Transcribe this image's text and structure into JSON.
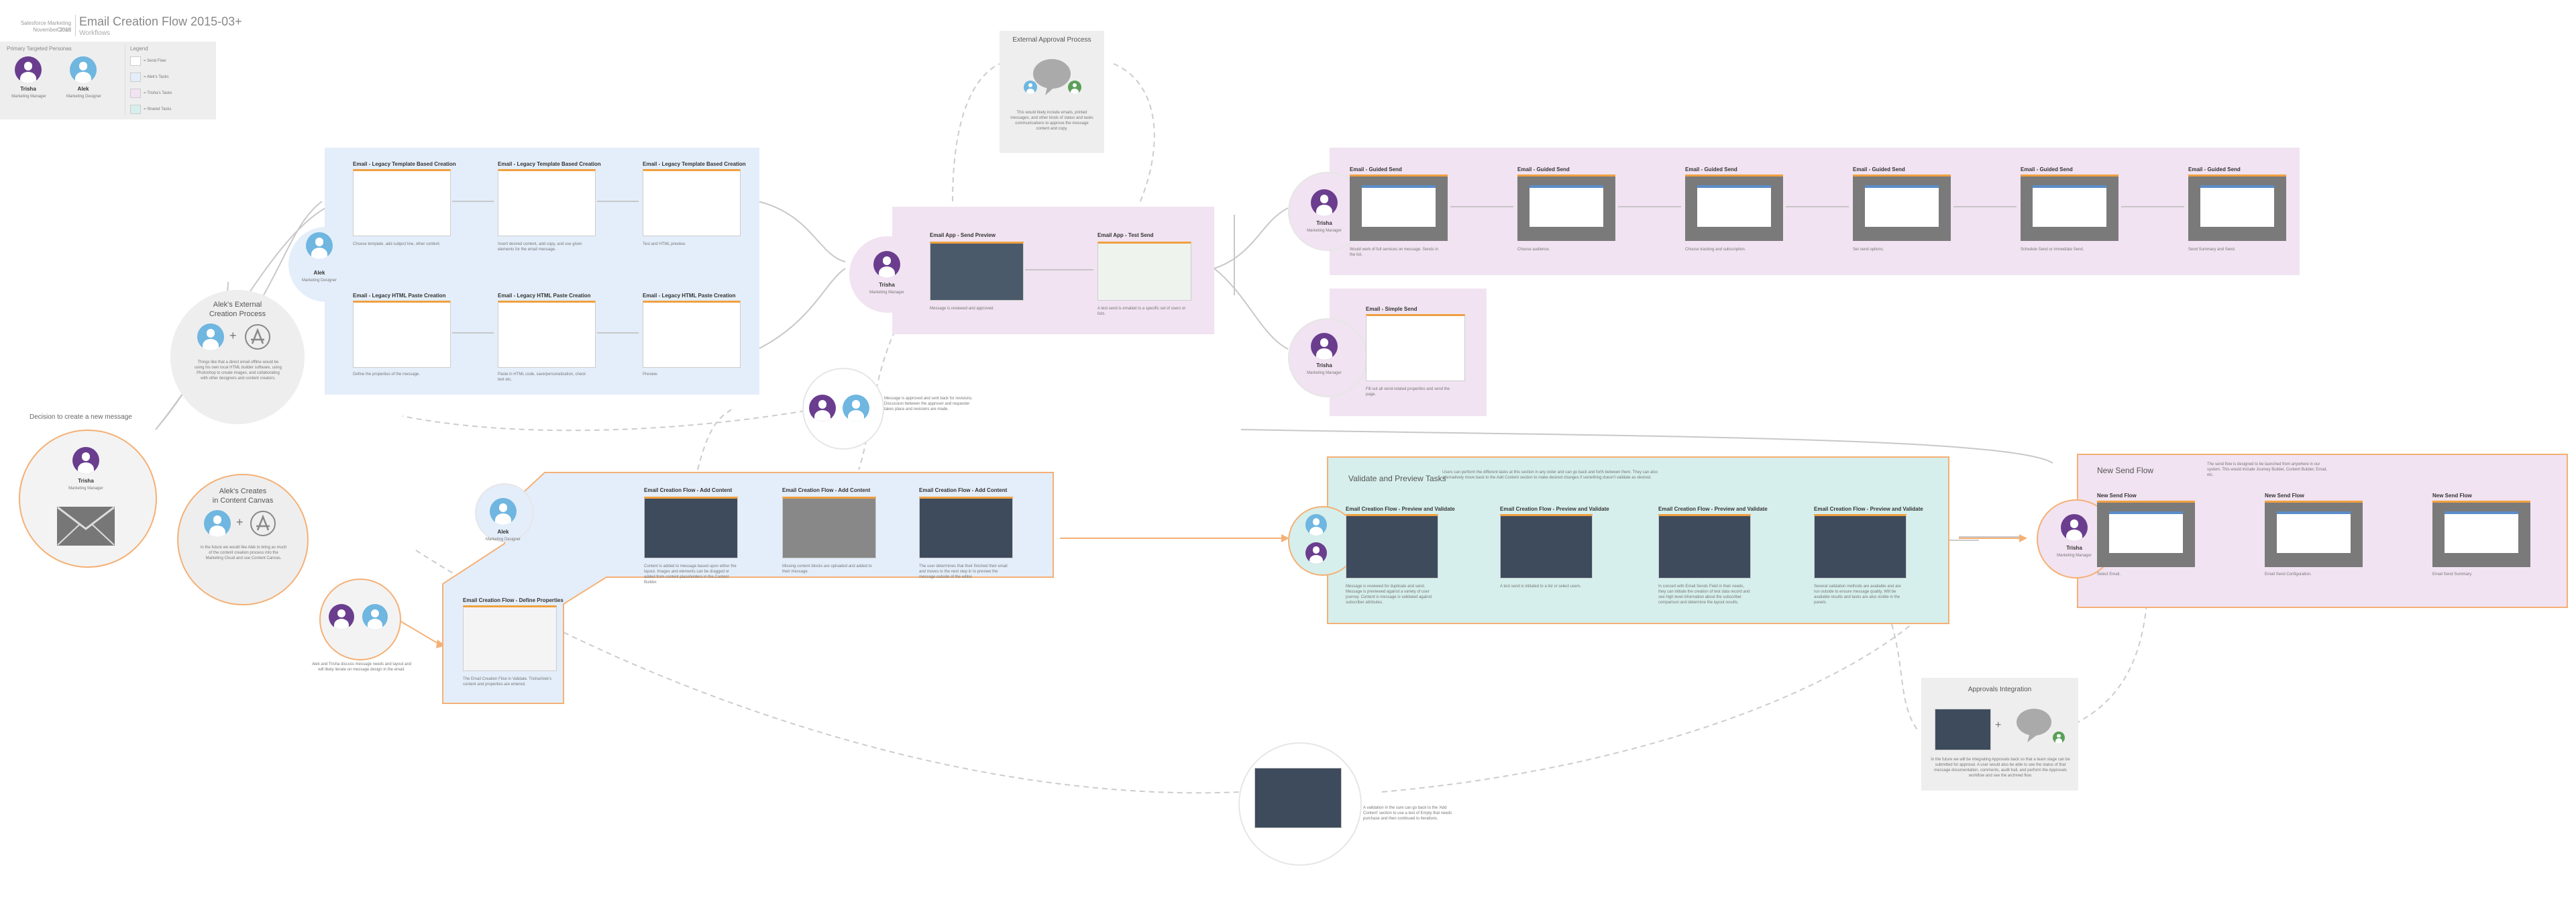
{
  "header": {
    "org_line1": "Salesforce Marketing Cloud",
    "org_line2": "November 2015",
    "title": "Email Creation Flow 2015-03+",
    "subtitle": "Workflows"
  },
  "personas": {
    "heading": "Primary Targeted Personas",
    "items": [
      {
        "name": "Trisha",
        "role": "Marketing Manager"
      },
      {
        "name": "Alek",
        "role": "Marketing Designer"
      }
    ]
  },
  "legend": {
    "heading": "Legend",
    "items": [
      {
        "label": "= Send Flow",
        "color": "#ffffff"
      },
      {
        "label": "= Alek's Tasks",
        "color": "#e4eefa"
      },
      {
        "label": "= Trisha's Tasks",
        "color": "#f1e3f1"
      },
      {
        "label": "= Shared Tasks",
        "color": "#d6efec"
      }
    ]
  },
  "decision": {
    "label": "Decision to create a new message",
    "persona": "Trisha",
    "role": "Marketing Manager"
  },
  "external_creation": {
    "title_line1": "Alek's External",
    "title_line2": "Creation Process",
    "desc": "Things like that a direct email offline would be using his own local HTML builder software, using Photoshop to create images, and collaborating with other designers and content creators."
  },
  "content_canvas": {
    "title_line1": "Alek's Creates",
    "title_line2": "in Content Canvas",
    "desc": "In the future we would like Alek to bring as much of the content creation process into the Marketing Cloud and use Content Canvas."
  },
  "handoff_note": {
    "desc": "Alek and Trisha discuss message needs and layout and will likely iterate on message design in the email."
  },
  "alek_legacy": {
    "persona": "Alek",
    "role": "Marketing Designer",
    "cards": [
      {
        "title": "Email - Legacy Template Based Creation",
        "desc": "Choose template, add subject line, other content."
      },
      {
        "title": "Email - Legacy Template Based Creation",
        "desc": "Insert desired content, add copy, and use given elements for the email message."
      },
      {
        "title": "Email - Legacy Template Based Creation",
        "desc": "Test and HTML preview."
      },
      {
        "title": "Email - Legacy HTML Paste Creation",
        "desc": "Define the properties of the message."
      },
      {
        "title": "Email - Legacy HTML Paste Creation",
        "desc": "Paste in HTML code, save/personalization, check text etc."
      },
      {
        "title": "Email - Legacy HTML Paste Creation",
        "desc": "Preview."
      }
    ]
  },
  "trisha_review": {
    "persona": "Trisha",
    "role": "Marketing Manager",
    "cards": [
      {
        "title": "Email App - Send Preview",
        "desc": "Message is reviewed and approved."
      },
      {
        "title": "Email App - Test Send",
        "desc": "A test send is emailed to a specific set of users or lists."
      }
    ]
  },
  "collab_note": {
    "desc": "Message is approved and sent back for revisions. Discussion between the approver and requester takes place and revisions are made."
  },
  "external_approval": {
    "title": "External Approval Process",
    "desc": "This would likely include emails, printed messages, and other kinds of status and tasks communications to approve the message content and copy."
  },
  "guided_send": {
    "persona": "Trisha",
    "role": "Marketing Manager",
    "cards": [
      {
        "title": "Email - Guided Send",
        "desc": "Would work of full services on message. Sends in the list."
      },
      {
        "title": "Email - Guided Send",
        "desc": "Choose audience."
      },
      {
        "title": "Email - Guided Send",
        "desc": "Choose tracking and subscription."
      },
      {
        "title": "Email - Guided Send",
        "desc": "Set send options."
      },
      {
        "title": "Email - Guided Send",
        "desc": "Schedule Send or immediate Send."
      },
      {
        "title": "Email - Guided Send",
        "desc": "Send Summary and Send."
      }
    ]
  },
  "simple_send": {
    "persona": "Trisha",
    "role": "Marketing Manager",
    "card": {
      "title": "Email - Simple Send",
      "desc": "Fill out all send-related properties and send the page."
    }
  },
  "content_builder": {
    "persona": "Alek",
    "role": "Marketing Designer",
    "define": {
      "title": "Email Creation Flow - Define Properties",
      "desc": "The Email Creation Flow in Validate. Trisha/Alek's content and properties are entered."
    },
    "cards": [
      {
        "title": "Email Creation Flow - Add Content",
        "desc": "Content is added to message based upon either the layout. Images and elements can be dragged or added from content placeholders in the Content Builder."
      },
      {
        "title": "Email Creation Flow - Add Content",
        "desc": "Missing content blocks are uploaded and added to their message."
      },
      {
        "title": "Email Creation Flow - Add Content",
        "desc": "The user determines that their finished their email and moves to the next step in to preview the message outside of the editor."
      }
    ]
  },
  "validate": {
    "title": "Validate and Preview Tasks",
    "note": "Users can perform the different tasks at this section in any order and can go back and forth between them. They can also alternatively move back to the Add Content section to make desired changes if something doesn't validate as desired.",
    "cards": [
      {
        "title": "Email Creation Flow - Preview and Validate",
        "desc": "Message is reviewed for duplicate and send. Message is previewed against a variety of user journey. Content is message is validated against subscriber attributes."
      },
      {
        "title": "Email Creation Flow - Preview and Validate",
        "desc": "A test send is initiated to a list or select users."
      },
      {
        "title": "Email Creation Flow - Preview and Validate",
        "desc": "In concert with Email Sends Field in their needs, they can initiate the creation of test data record and see high level information about the subscriber comparison and determine the layout results."
      },
      {
        "title": "Email Creation Flow - Preview and Validate",
        "desc": "Several validation methods are available and are run outside to ensure message quality. Will be available results and tasks are also visible in the panels."
      }
    ]
  },
  "new_send": {
    "title": "New Send Flow",
    "note": "The send flow is designed to be launched from anywhere in our system. This would include Journey Builder, Content Builder, Email, etc.",
    "persona": "Trisha",
    "role": "Marketing Manager",
    "cards": [
      {
        "title": "New Send Flow",
        "desc": "Select Email."
      },
      {
        "title": "New Send Flow",
        "desc": "Email Send Configuration."
      },
      {
        "title": "New Send Flow",
        "desc": "Email Send Summary."
      }
    ]
  },
  "approvals": {
    "title": "Approvals Integration",
    "desc": "In the future we will be integrating Approvals back so that a team stage can be submitted for approval. A user would also be able to see the status of that message documentation, comments, audit trail, and perform the Approvals workflow and see the archived flow."
  },
  "preview_outside": {
    "desc": "A validation in the sure can go back to the 'Add Content' section to use a test of Empty that needs purchase and then continued to iterations."
  },
  "colors": {
    "alek_region": "#e4eefa",
    "trisha_region": "#f1e3f1",
    "shared_region": "#d6efec",
    "flow_orange": "#f5b075",
    "purple": "#6a3d8e",
    "blue": "#6fb6e0"
  }
}
